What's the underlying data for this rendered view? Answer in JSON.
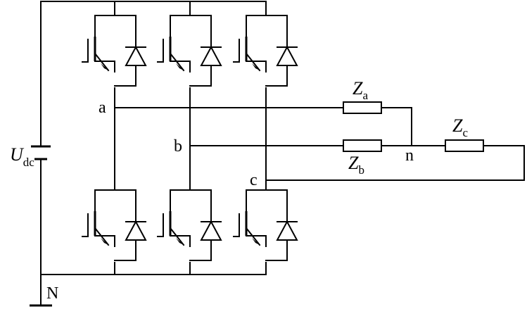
{
  "source": {
    "symbol": "U",
    "subscript": "dc"
  },
  "ground": {
    "label": "N"
  },
  "phase_nodes": [
    {
      "label": "a"
    },
    {
      "label": "b"
    },
    {
      "label": "c"
    }
  ],
  "load_neutral": {
    "label": "n"
  },
  "impedances": [
    {
      "symbol": "Z",
      "subscript": "a"
    },
    {
      "symbol": "Z",
      "subscript": "b"
    },
    {
      "symbol": "Z",
      "subscript": "c"
    }
  ],
  "switches": {
    "upper": [
      "IGBT with antiparallel diode",
      "IGBT with antiparallel diode",
      "IGBT with antiparallel diode"
    ],
    "lower": [
      "IGBT with antiparallel diode",
      "IGBT with antiparallel diode",
      "IGBT with antiparallel diode"
    ]
  }
}
